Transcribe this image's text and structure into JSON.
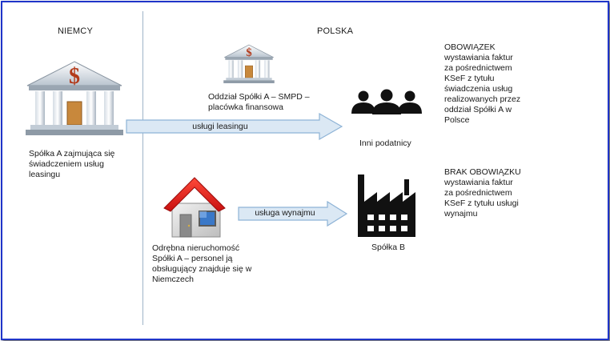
{
  "headers": {
    "germany": "NIEMCY",
    "poland": "POLSKA"
  },
  "nodes": {
    "spolka_a": "Spółka A zajmująca się świadczeniem usług leasingu",
    "oddzial": "Oddział Spółki A – SMPD – placówka finansowa",
    "inni_podatnicy": "Inni podatnicy",
    "nieruchomosc": "Odrębna nieruchomość Spółki A – personel ją obsługujący znajduje się w Niemczech",
    "spolka_b": "Spółka B"
  },
  "arrows": {
    "leasing": "usługi leasingu",
    "wynajem": "usługa wynajmu"
  },
  "notes": {
    "obowiazek": "OBOWIĄZEK wystawiania faktur za pośrednictwem KSeF z tytułu świadczenia usług realizowanych przez oddział Spółki A w Polsce",
    "brak": "BRAK OBOWIĄZKU wystawiania faktur za pośrednictwem KSeF z tytułu usługi wynajmu"
  },
  "colors": {
    "frame": "#1f35c9",
    "arrow_fill": "#dbe8f4",
    "arrow_stroke": "#8eb3d6",
    "roof": "#e02020",
    "door": "#c8883c"
  }
}
